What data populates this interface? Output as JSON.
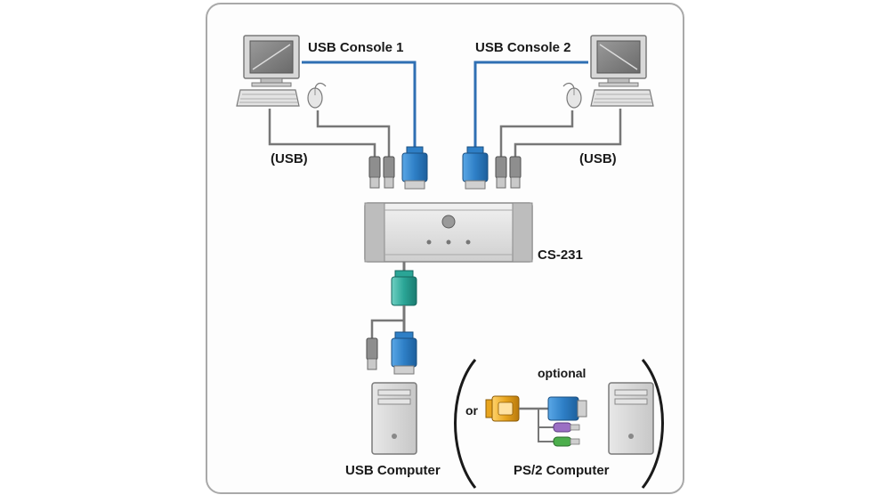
{
  "labels": {
    "console1": "USB Console 1",
    "console2": "USB Console 2",
    "usb_left": "(USB)",
    "usb_right": "(USB)",
    "device": "CS-231",
    "optional": "optional",
    "or": "or",
    "usb_computer": "USB Computer",
    "ps2_computer": "PS/2 Computer"
  },
  "colors": {
    "panel_border": "#a9a9a9",
    "panel_bg": "#fdfdfd",
    "connector_blue": "#2e7fc6",
    "connector_teal": "#2aa596",
    "connector_orange": "#e8a51f",
    "ps2_purple": "#9b6fc4",
    "ps2_green": "#4cae4c",
    "cable_blue": "#2f6fb3",
    "cable_gray": "#777777",
    "device_gray": "#d4d4d4"
  }
}
